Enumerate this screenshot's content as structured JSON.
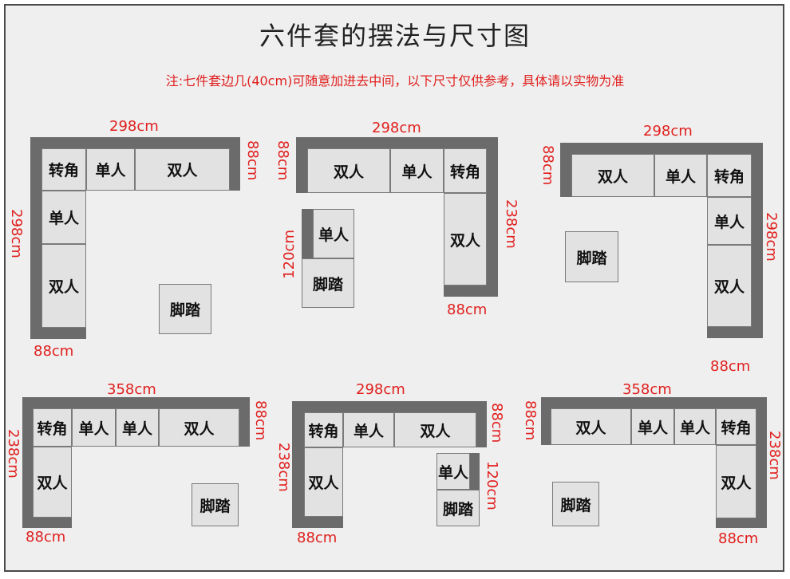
{
  "title": "六件套的摆法与尺寸图",
  "note": "注:七件套边几(40cm)可随意加进去中间，以下尺寸仅供参考，具体请以实物为准",
  "colors": {
    "dimension": "#e0201e",
    "back": "#6b6b6b",
    "cushion": "#e2e2e2",
    "frame": "#4a4a4a"
  },
  "units": {
    "corner": "转角",
    "single": "单人",
    "double": "双人",
    "ottoman": "脚踏"
  },
  "dims": {
    "d298": "298cm",
    "d88": "88cm",
    "d238": "238cm",
    "d120": "120cm",
    "d358": "358cm"
  }
}
